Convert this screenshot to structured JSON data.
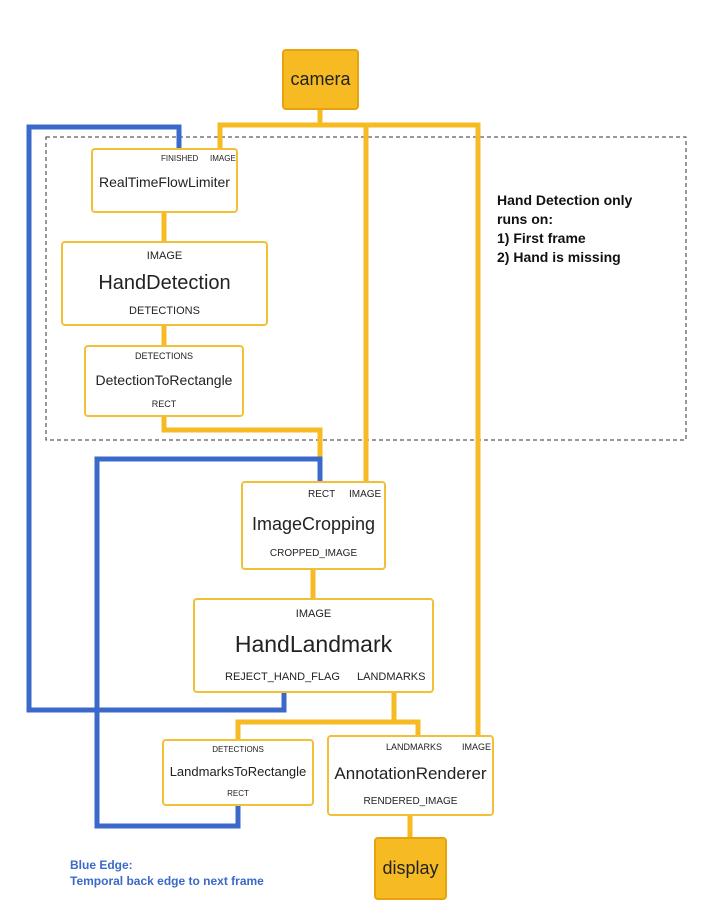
{
  "terminals": {
    "source": "camera",
    "sink": "display"
  },
  "nodes": {
    "rtfl": {
      "title": "RealTimeFlowLimiter",
      "in_finished": "FINISHED",
      "in_image": "IMAGE"
    },
    "hand_detection": {
      "title": "HandDetection",
      "in_image": "IMAGE",
      "out_detections": "DETECTIONS"
    },
    "det_to_rect": {
      "title": "DetectionToRectangle",
      "in_detections": "DETECTIONS",
      "out_rect": "RECT"
    },
    "image_cropping": {
      "title": "ImageCropping",
      "in_rect": "RECT",
      "in_image": "IMAGE",
      "out_cropped": "CROPPED_IMAGE"
    },
    "hand_landmark": {
      "title": "HandLandmark",
      "in_image": "IMAGE",
      "out_reject": "REJECT_HAND_FLAG",
      "out_landmarks": "LANDMARKS"
    },
    "lm_to_rect": {
      "title": "LandmarksToRectangle",
      "in_detections": "DETECTIONS",
      "out_rect": "RECT"
    },
    "annotation": {
      "title": "AnnotationRenderer",
      "in_landmarks": "LANDMARKS",
      "in_image": "IMAGE",
      "out_rendered": "RENDERED_IMAGE"
    }
  },
  "note": {
    "line1": "Hand Detection only",
    "line2": "runs on:",
    "line3": "1) First frame",
    "line4": "2) Hand is missing"
  },
  "legend": {
    "title": "Blue Edge:",
    "text": "Temporal back edge to next frame"
  },
  "colors": {
    "edge": "#f6bb22",
    "back_edge": "#3b69c9",
    "node_border": "#f2c037",
    "terminal_fill": "#f6bb22"
  }
}
